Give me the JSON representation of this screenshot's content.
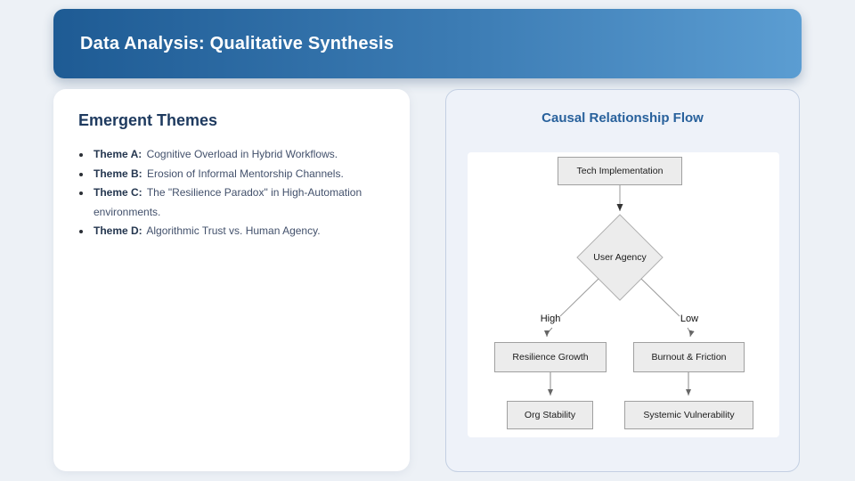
{
  "header": {
    "title": "Data Analysis: Qualitative Synthesis",
    "gradient_from": "#1e5b94",
    "gradient_to": "#5b9dd2",
    "text_color": "#ffffff"
  },
  "themes_card": {
    "title": "Emergent Themes",
    "title_color": "#1e3a5f",
    "items": [
      {
        "label": "Theme A:",
        "text": "Cognitive Overload in Hybrid Workflows."
      },
      {
        "label": "Theme B:",
        "text": "Erosion of Informal Mentorship Channels."
      },
      {
        "label": "Theme C:",
        "text": "The \"Resilience Paradox\" in High-Automation environments."
      },
      {
        "label": "Theme D:",
        "text": "Algorithmic Trust vs. Human Agency."
      }
    ]
  },
  "flow_card": {
    "title": "Causal Relationship Flow",
    "title_color": "#28619c",
    "node_fill": "#ececec",
    "node_border": "#a0a0a0",
    "connector_color": "#999999",
    "nodes": {
      "root": "Tech Implementation",
      "decision": "User Agency",
      "branch_left_label": "High",
      "branch_right_label": "Low",
      "left_mid": "Resilience Growth",
      "right_mid": "Burnout & Friction",
      "left_end": "Org Stability",
      "right_end": "Systemic Vulnerability"
    }
  }
}
